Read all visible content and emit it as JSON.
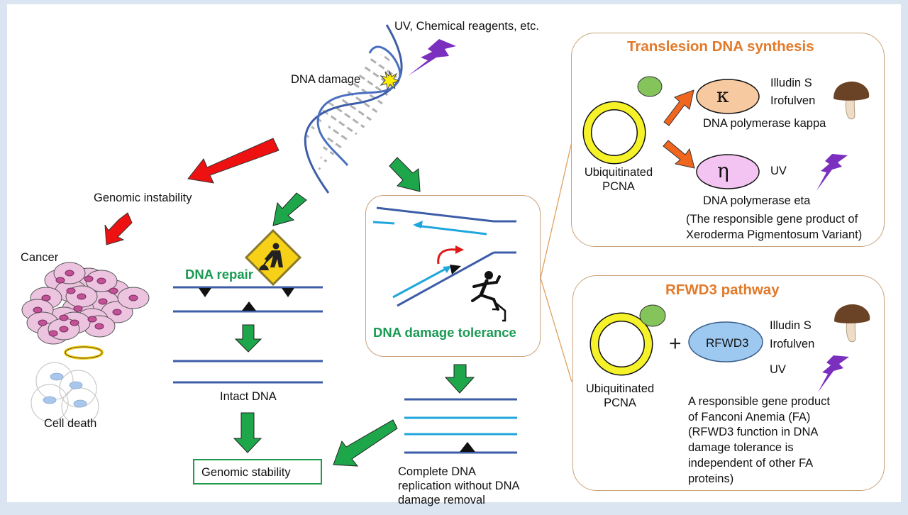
{
  "title": "DNA damage tolerance pathways diagram",
  "colors": {
    "frame": "#dbe4f1",
    "panel_border": "#c9a27a",
    "green_label": "#1a9a52",
    "orange_title": "#e27a2a",
    "red_arrow": "#ee1111",
    "green_arrow": "#1ea64b",
    "orange_arrow": "#f0661e",
    "dna_dark": "#3d5da8",
    "dna_light": "#1fa6dc",
    "lightning": "#7a2fbf",
    "pcna_ring": "#f5f22a",
    "ubiquitin": "#84c45a",
    "pol_kappa": "#f7c9a0",
    "pol_eta": "#f3c3f1",
    "rfwd3": "#9dc8f0"
  },
  "top": {
    "damage_source": "UV, Chemical reagents, etc.",
    "dna_damage": "DNA damage"
  },
  "left_branch": {
    "genomic_instability": "Genomic  instability",
    "cancer": "Cancer",
    "cell_death": "Cell death"
  },
  "repair_branch": {
    "label": "DNA repair",
    "intact_dna": "Intact DNA",
    "genomic_stability": "Genomic  stability"
  },
  "tolerance_branch": {
    "label": "DNA damage tolerance",
    "outcome_lines": [
      "Complete DNA",
      "replication without DNA",
      "damage removal"
    ]
  },
  "tls_panel": {
    "title": "Translesion DNA synthesis",
    "pcna_label_lines": [
      "Ubiquitinated",
      "PCNA"
    ],
    "kappa_symbol": "κ",
    "kappa_agents": [
      "Illudin S",
      "Irofulven"
    ],
    "kappa_name": "DNA polymerase kappa",
    "eta_symbol": "η",
    "eta_agent": "UV",
    "eta_name": "DNA polymerase eta",
    "eta_note_lines": [
      "(The responsible gene product of",
      "Xeroderma Pigmentosum Variant)"
    ]
  },
  "rfwd3_panel": {
    "title": "RFWD3 pathway",
    "pcna_label_lines": [
      "Ubiquitinated",
      "PCNA"
    ],
    "plus": "+",
    "rfwd3_label": "RFWD3",
    "agents": [
      "Illudin S",
      "Irofulven"
    ],
    "uv": "UV",
    "note_lines": [
      "A responsible gene product",
      "of Fanconi Anemia (FA)",
      "(RFWD3 function in DNA",
      "damage tolerance is",
      "independent of other FA",
      "proteins)"
    ]
  },
  "icons": {
    "lightning": "lightning-icon",
    "mushroom": "mushroom-icon",
    "damage_burst": "damage-burst-icon",
    "construction_sign": "construction-sign-icon",
    "runner": "runner-icon",
    "halo": "halo-icon"
  }
}
